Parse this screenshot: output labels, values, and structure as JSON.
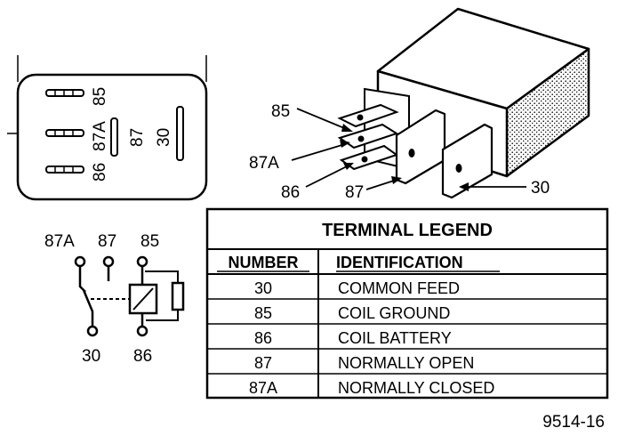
{
  "connector_view": {
    "terminals": [
      "85",
      "87A",
      "86",
      "87",
      "30"
    ]
  },
  "relay_perspective": {
    "callouts": [
      "85",
      "87A",
      "86",
      "87",
      "30"
    ]
  },
  "schematic": {
    "top_labels": [
      "87A",
      "87",
      "85"
    ],
    "bottom_labels": [
      "30",
      "86"
    ]
  },
  "legend": {
    "title": "TERMINAL LEGEND",
    "headers": {
      "number": "NUMBER",
      "identification": "IDENTIFICATION"
    },
    "rows": [
      {
        "number": "30",
        "identification": "COMMON FEED"
      },
      {
        "number": "85",
        "identification": "COIL GROUND"
      },
      {
        "number": "86",
        "identification": "COIL BATTERY"
      },
      {
        "number": "87",
        "identification": "NORMALLY OPEN"
      },
      {
        "number": "87A",
        "identification": "NORMALLY CLOSED"
      }
    ]
  },
  "figure_number": "9514-16"
}
